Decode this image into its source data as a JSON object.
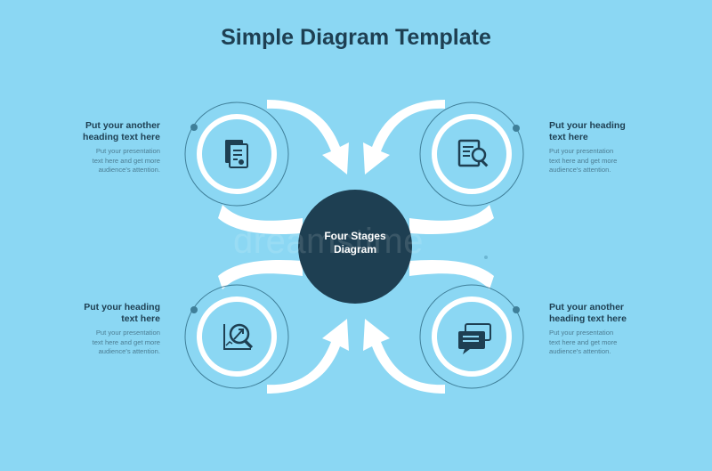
{
  "title": "Simple Diagram Template",
  "center": {
    "line1": "Four Stages",
    "line2": "Diagram"
  },
  "stages": [
    {
      "position": "top-left",
      "heading_line1": "Put your another",
      "heading_line2": "heading text here",
      "body_line1": "Put your presentation",
      "body_line2": "text here and get more",
      "body_line3": "audience's attention.",
      "icon": "documents-icon"
    },
    {
      "position": "top-right",
      "heading_line1": "Put your heading",
      "heading_line2": "text here",
      "body_line1": "Put your presentation",
      "body_line2": "text here and get more",
      "body_line3": "audience's attention.",
      "icon": "document-search-icon"
    },
    {
      "position": "bottom-left",
      "heading_line1": "Put your heading",
      "heading_line2": "text here",
      "body_line1": "Put your presentation",
      "body_line2": "text here and get more",
      "body_line3": "audience's attention.",
      "icon": "chart-magnifier-icon"
    },
    {
      "position": "bottom-right",
      "heading_line1": "Put your another",
      "heading_line2": "heading text here",
      "body_line1": "Put your presentation",
      "body_line2": "text here and get more",
      "body_line3": "audience's attention.",
      "icon": "chat-bubbles-icon"
    }
  ],
  "watermark": "dreamstime",
  "colors": {
    "background": "#8bd7f3",
    "dark": "#1e3f52",
    "white": "#ffffff",
    "muted_text": "#4c7d93"
  }
}
